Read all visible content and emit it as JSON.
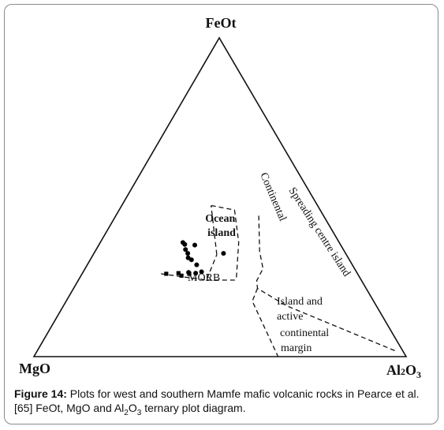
{
  "chart_data": {
    "type": "scatter",
    "subtype": "ternary",
    "vertices": {
      "top": "FeOt",
      "left": "MgO",
      "right": {
        "base": "Al",
        "sub1": "2",
        "mid": "O",
        "sub2": "3"
      }
    },
    "field_labels": [
      {
        "name": "ocean-island",
        "lines": [
          "Ocean",
          "island"
        ]
      },
      {
        "name": "continental",
        "lines": [
          "Continental"
        ]
      },
      {
        "name": "spreading-centre-island",
        "lines": [
          "Spreading centre island"
        ]
      },
      {
        "name": "morb",
        "lines": [
          "MORB"
        ]
      },
      {
        "name": "island-and-active-continental-margin",
        "lines": [
          "Island and",
          "active",
          "continental",
          "margin"
        ]
      }
    ],
    "series": [
      {
        "marker": "circle",
        "points": [
          {
            "FeOt": 0.358,
            "MgO": 0.42,
            "Al2O3": 0.222
          },
          {
            "FeOt": 0.352,
            "MgO": 0.418,
            "Al2O3": 0.23
          },
          {
            "FeOt": 0.336,
            "MgO": 0.424,
            "Al2O3": 0.24
          },
          {
            "FeOt": 0.35,
            "MgO": 0.392,
            "Al2O3": 0.258
          },
          {
            "FeOt": 0.324,
            "MgO": 0.424,
            "Al2O3": 0.252
          },
          {
            "FeOt": 0.31,
            "MgO": 0.43,
            "Al2O3": 0.26
          },
          {
            "FeOt": 0.304,
            "MgO": 0.424,
            "Al2O3": 0.272
          },
          {
            "FeOt": 0.288,
            "MgO": 0.418,
            "Al2O3": 0.294
          },
          {
            "FeOt": 0.264,
            "MgO": 0.452,
            "Al2O3": 0.284
          },
          {
            "FeOt": 0.262,
            "MgO": 0.434,
            "Al2O3": 0.304
          },
          {
            "FeOt": 0.266,
            "MgO": 0.416,
            "Al2O3": 0.318
          },
          {
            "FeOt": 0.324,
            "MgO": 0.328,
            "Al2O3": 0.348
          }
        ]
      },
      {
        "marker": "square",
        "points": [
          {
            "FeOt": 0.26,
            "MgO": 0.514,
            "Al2O3": 0.226
          },
          {
            "FeOt": 0.262,
            "MgO": 0.48,
            "Al2O3": 0.258
          },
          {
            "FeOt": 0.254,
            "MgO": 0.476,
            "Al2O3": 0.27
          },
          {
            "FeOt": 0.26,
            "MgO": 0.452,
            "Al2O3": 0.288
          }
        ]
      }
    ],
    "boundaries": [
      {
        "name": "morb-upper-boundary",
        "points": [
          {
            "FeOt": 0.26,
            "MgO": 0.528,
            "Al2O3": 0.212
          },
          {
            "FeOt": 0.24,
            "MgO": 0.416,
            "Al2O3": 0.344
          },
          {
            "FeOt": 0.32,
            "MgO": 0.348,
            "Al2O3": 0.332
          }
        ]
      },
      {
        "name": "continental-left-boundary",
        "points": [
          {
            "FeOt": 0.32,
            "MgO": 0.348,
            "Al2O3": 0.332
          },
          {
            "FeOt": 0.474,
            "MgO": 0.286,
            "Al2O3": 0.24
          }
        ]
      },
      {
        "name": "continental-right-boundary",
        "points": [
          {
            "FeOt": 0.474,
            "MgO": 0.286,
            "Al2O3": 0.24
          },
          {
            "FeOt": 0.46,
            "MgO": 0.23,
            "Al2O3": 0.31
          },
          {
            "FeOt": 0.358,
            "MgO": 0.27,
            "Al2O3": 0.372
          },
          {
            "FeOt": 0.24,
            "MgO": 0.336,
            "Al2O3": 0.424
          }
        ]
      },
      {
        "name": "junction-link",
        "points": [
          {
            "FeOt": 0.24,
            "MgO": 0.416,
            "Al2O3": 0.344
          },
          {
            "FeOt": 0.24,
            "MgO": 0.336,
            "Al2O3": 0.424
          }
        ]
      },
      {
        "name": "spreading-centre-boundary",
        "points": [
          {
            "FeOt": 0.442,
            "MgO": 0.174,
            "Al2O3": 0.384
          },
          {
            "FeOt": 0.33,
            "MgO": 0.228,
            "Al2O3": 0.442
          },
          {
            "FeOt": 0.276,
            "MgO": 0.246,
            "Al2O3": 0.478
          },
          {
            "FeOt": 0.238,
            "MgO": 0.282,
            "Al2O3": 0.48
          },
          {
            "FeOt": 0.214,
            "MgO": 0.292,
            "Al2O3": 0.494
          },
          {
            "FeOt": 0.16,
            "MgO": 0.242,
            "Al2O3": 0.598
          },
          {
            "FeOt": 0.018,
            "MgO": 0.02,
            "Al2O3": 0.962
          }
        ]
      },
      {
        "name": "island-arc-left-boundary",
        "points": [
          {
            "FeOt": 0.214,
            "MgO": 0.292,
            "Al2O3": 0.494
          },
          {
            "FeOt": 0.174,
            "MgO": 0.326,
            "Al2O3": 0.5
          },
          {
            "FeOt": 0.0,
            "MgO": 0.344,
            "Al2O3": 0.656
          }
        ]
      }
    ]
  },
  "caption": {
    "label": "Figure 14:",
    "part1": " Plots for west and southern Mamfe mafic volcanic rocks in Pearce et al. [65] FeOt, MgO and Al",
    "sub1": "2",
    "part2": "O",
    "sub2": "3",
    "part3": " ternary plot diagram."
  }
}
